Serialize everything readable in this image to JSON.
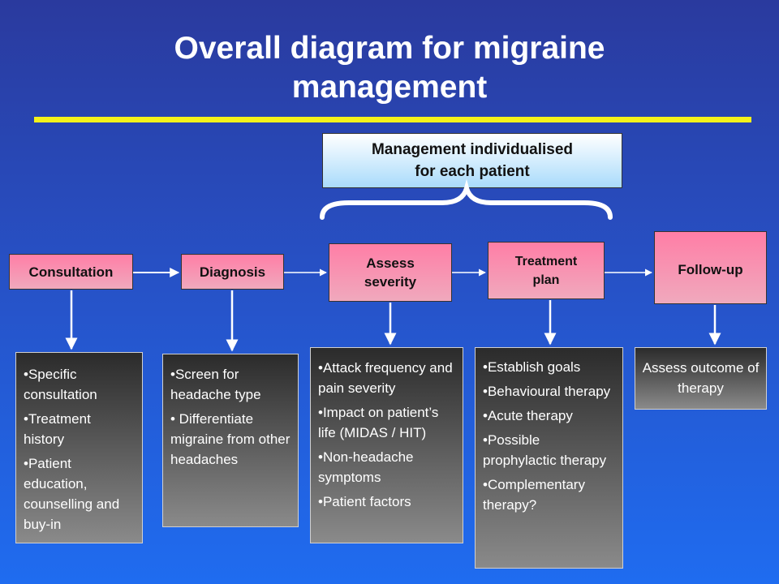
{
  "title": {
    "line1": "Overall diagram for migraine",
    "line2": "management"
  },
  "header_box": {
    "line1": "Management individualised",
    "line2": "for each patient"
  },
  "steps": [
    {
      "label": "Consultation"
    },
    {
      "label": "Diagnosis"
    },
    {
      "line1": "Assess",
      "line2": "severity"
    },
    {
      "line1": "Treatment",
      "line2": "plan"
    },
    {
      "label": "Follow-up"
    }
  ],
  "details": {
    "consultation": [
      "•Specific consultation",
      "•Treatment history",
      "•Patient education, counselling and buy-in"
    ],
    "diagnosis": [
      "•Screen for headache type",
      "• Differentiate migraine from other headaches"
    ],
    "severity": [
      "•Attack frequency and pain severity",
      "•Impact on patient’s life (MIDAS / HIT)",
      "•Non-headache symptoms",
      "•Patient factors"
    ],
    "treatment": [
      "•Establish goals",
      "•Behavioural therapy",
      "•Acute therapy",
      "•Possible prophylactic therapy",
      "•Complementary therapy?"
    ],
    "followup": "Assess outcome of therapy"
  },
  "colors": {
    "step_fill": "#ff7ea6",
    "header_fill": "#a9dbfb",
    "rule": "#f5f21a",
    "arrow": "#ffffff"
  }
}
